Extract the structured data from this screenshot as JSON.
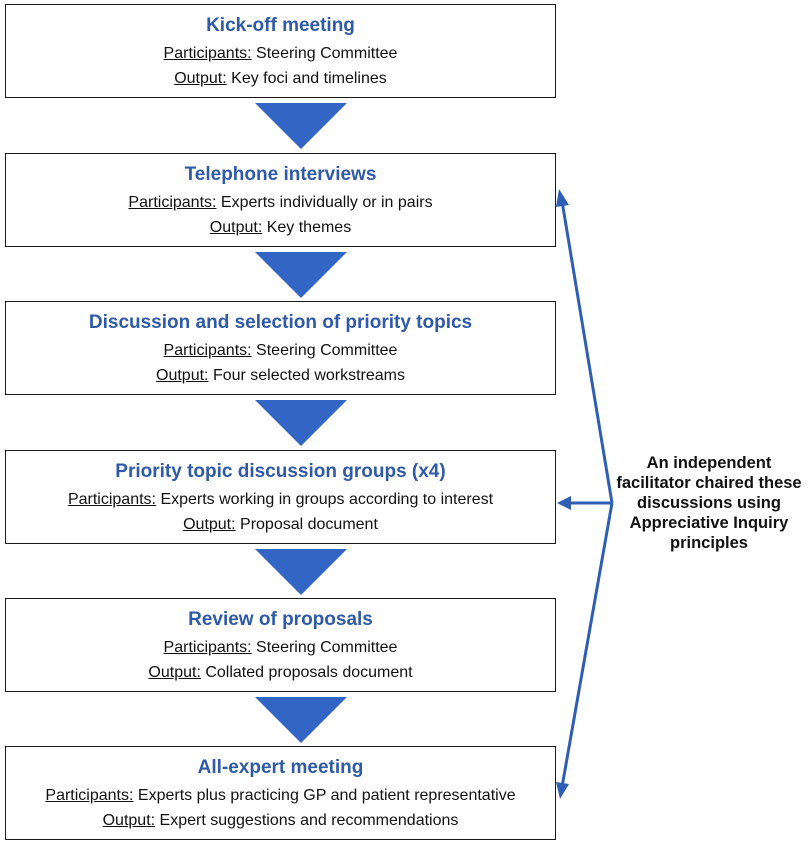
{
  "steps": [
    {
      "title": "Kick-off meeting",
      "participants_label": "Participants:",
      "participants": "Steering Committee",
      "output_label": "Output:",
      "output": "Key foci and timelines"
    },
    {
      "title": "Telephone interviews",
      "participants_label": "Participants:",
      "participants": "Experts individually  or in pairs",
      "output_label": "Output:",
      "output": "Key themes"
    },
    {
      "title": "Discussion and selection of priority topics",
      "participants_label": "Participants:",
      "participants": "Steering Committee",
      "output_label": "Output:",
      "output": "Four selected workstreams"
    },
    {
      "title": "Priority topic discussion groups (x4)",
      "participants_label": "Participants:",
      "participants": "Experts working in groups according to interest",
      "output_label": "Output:",
      "output": "Proposal document"
    },
    {
      "title": "Review of proposals",
      "participants_label": "Participants:",
      "participants": "Steering Committee",
      "output_label": "Output:",
      "output": "Collated proposals document"
    },
    {
      "title": "All-expert meeting",
      "participants_label": "Participants:",
      "participants": "Experts plus practicing GP and patient representative",
      "output_label": "Output:",
      "output": "Expert suggestions and recommendations"
    }
  ],
  "side_note": "An independent facilitator chaired these discussions using Appreciative Inquiry principles",
  "colors": {
    "title": "#2e5aa8",
    "arrow": "#3366c4",
    "connector": "#2f5fb3"
  }
}
